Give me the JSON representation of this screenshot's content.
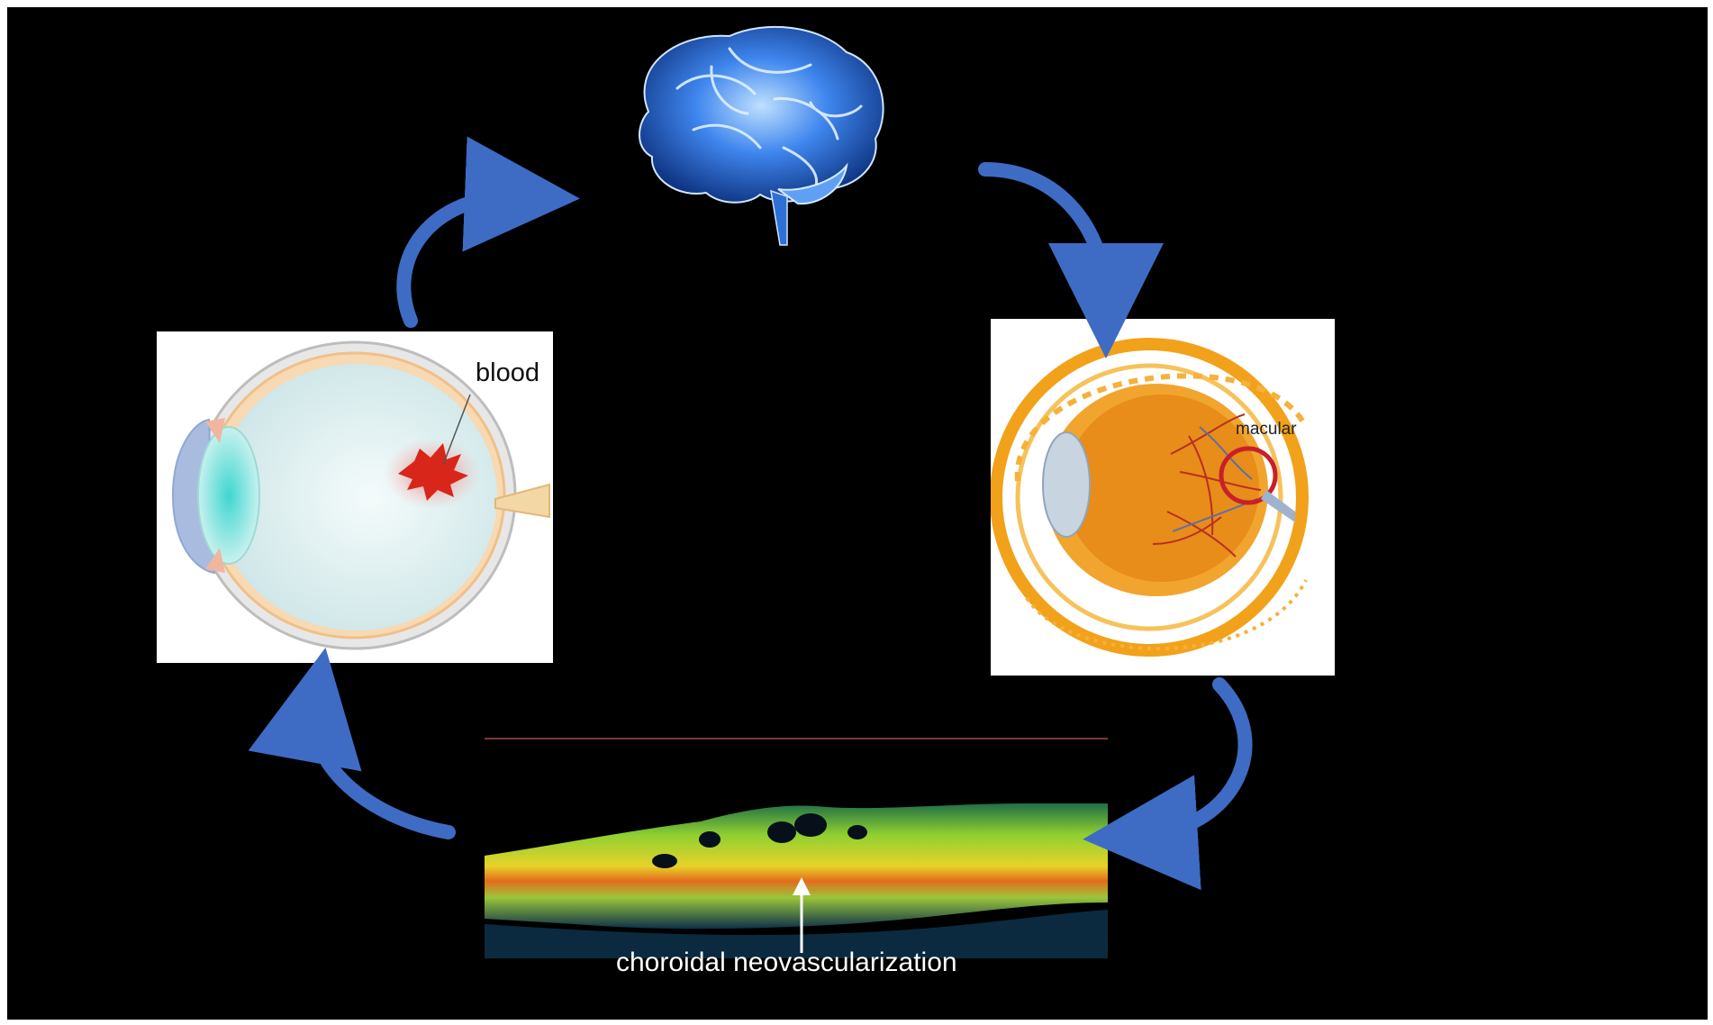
{
  "figure": {
    "labels": {
      "blood": "blood",
      "macular": "macular",
      "cnv": "choroidal neovascularization"
    },
    "nodes": [
      {
        "id": "brain",
        "icon": "brain-icon"
      },
      {
        "id": "vitreous-hemorrhage-eye",
        "icon": "eye-cross-section-icon"
      },
      {
        "id": "macula-eye",
        "icon": "eye-cross-section-icon"
      },
      {
        "id": "oct-scan",
        "icon": "oct-scan-image"
      }
    ],
    "colors": {
      "background": "#000000",
      "arrow": "#3e6cc4",
      "blood": "#d8261b",
      "macula_ring": "#c8202a",
      "eye_orange": "#f0a020",
      "brain_blue": "#4b8ef5"
    }
  }
}
